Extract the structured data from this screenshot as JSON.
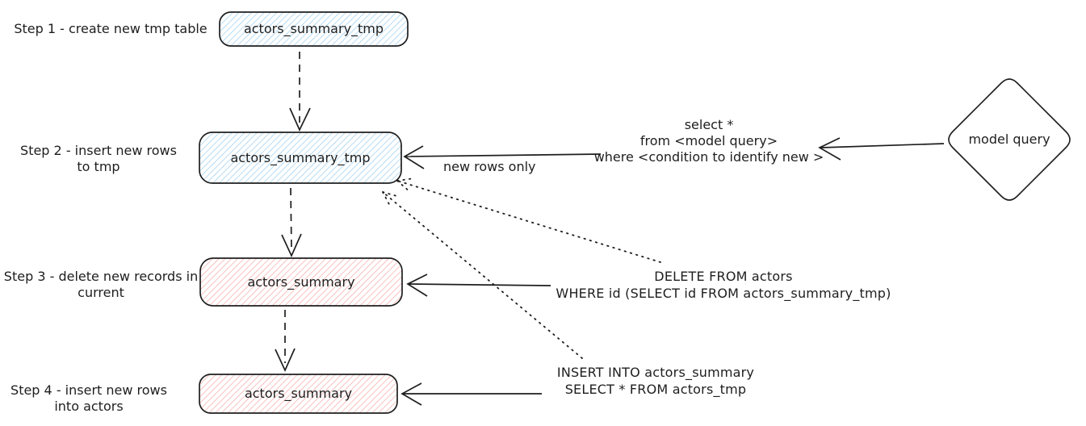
{
  "diagram_type": "flowchart",
  "colors": {
    "stroke": "#1e1e1e",
    "blue_hatch": "#99ccf0",
    "red_hatch": "#f5a8a5",
    "background": "#ffffff"
  },
  "steps": [
    {
      "label": [
        "Step 1 - create new tmp table"
      ],
      "node": {
        "label": "actors_summary_tmp",
        "color": "blue"
      }
    },
    {
      "label": [
        "Step 2 - insert new rows",
        "to tmp"
      ],
      "node": {
        "label": "actors_summary_tmp",
        "color": "blue"
      }
    },
    {
      "label": [
        "Step 3 - delete new records in",
        "current"
      ],
      "node": {
        "label": "actors_summary",
        "color": "red"
      }
    },
    {
      "label": [
        "Step 4 - insert new rows",
        "into actors"
      ],
      "node": {
        "label": "actors_summary",
        "color": "red"
      }
    }
  ],
  "annotations": {
    "model_query_node": "model query",
    "select_query": [
      "select *",
      "from <model query>",
      "where <condition to identify new >"
    ],
    "arrow_label_new_rows": "new rows only",
    "delete_query": [
      "DELETE FROM actors",
      "WHERE id (SELECT id FROM actors_summary_tmp)"
    ],
    "insert_query": [
      "INSERT INTO actors_summary",
      "SELECT * FROM actors_tmp"
    ]
  }
}
